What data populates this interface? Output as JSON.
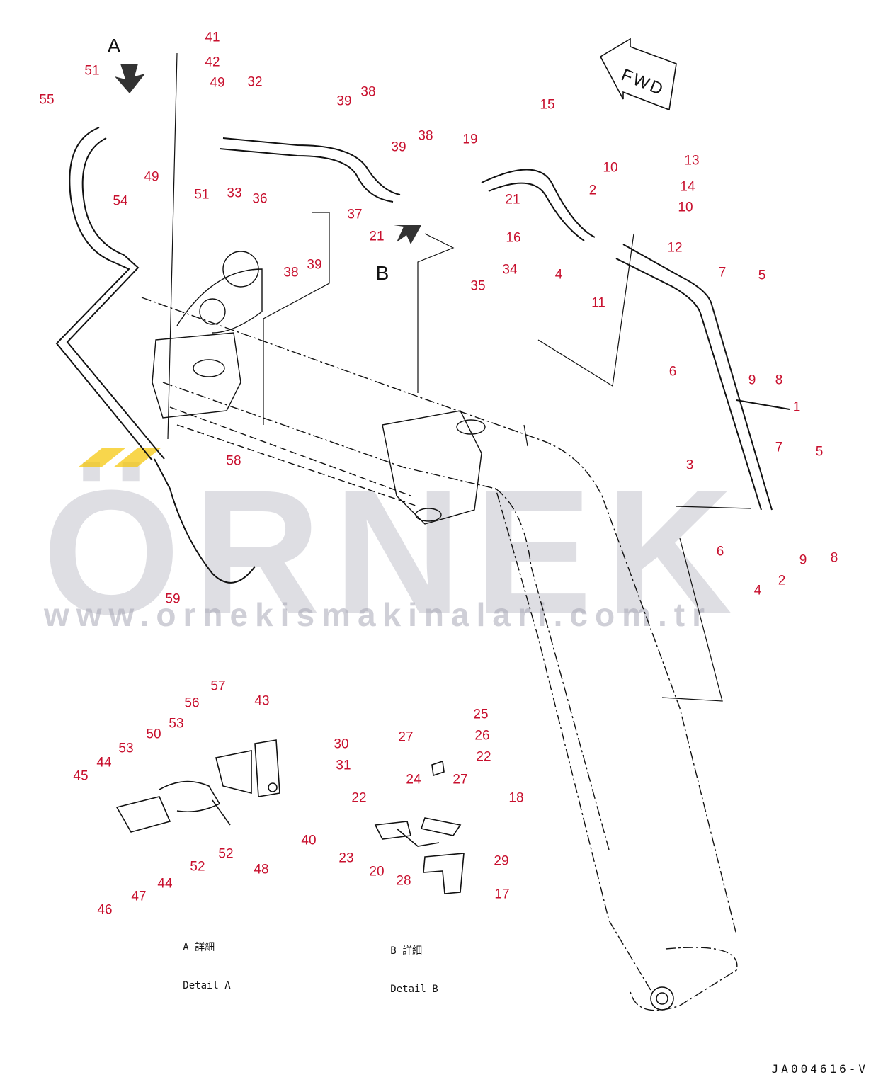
{
  "watermark": {
    "brand": "ÖRNEK",
    "url": "www.ornekismakinalari.com.tr",
    "accent": "#f5c400"
  },
  "view_letters": {
    "a": "A",
    "b": "B"
  },
  "fwd_label": "FWD",
  "details": {
    "a": {
      "jp": "A 詳細",
      "en": "Detail A"
    },
    "b": {
      "jp": "B 詳細",
      "en": "Detail B"
    }
  },
  "drawing_code": "JA004616-V",
  "callouts": [
    "41",
    "42",
    "49",
    "32",
    "39",
    "38",
    "15",
    "51",
    "55",
    "19",
    "13",
    "39",
    "38",
    "10",
    "14",
    "21",
    "2",
    "10",
    "49",
    "51",
    "33",
    "54",
    "36",
    "37",
    "21",
    "16",
    "12",
    "38",
    "39",
    "34",
    "4",
    "35",
    "11",
    "7",
    "5",
    "9",
    "8",
    "6",
    "1",
    "7",
    "5",
    "3",
    "58",
    "6",
    "9",
    "8",
    "4",
    "2",
    "59",
    "57",
    "56",
    "43",
    "53",
    "50",
    "44",
    "45",
    "53",
    "52",
    "52",
    "48",
    "40",
    "44",
    "47",
    "46",
    "25",
    "26",
    "30",
    "27",
    "22",
    "31",
    "27",
    "24",
    "22",
    "18",
    "23",
    "20",
    "28",
    "29",
    "17"
  ],
  "colors": {
    "callout": "#c8102e",
    "line": "#111111"
  }
}
